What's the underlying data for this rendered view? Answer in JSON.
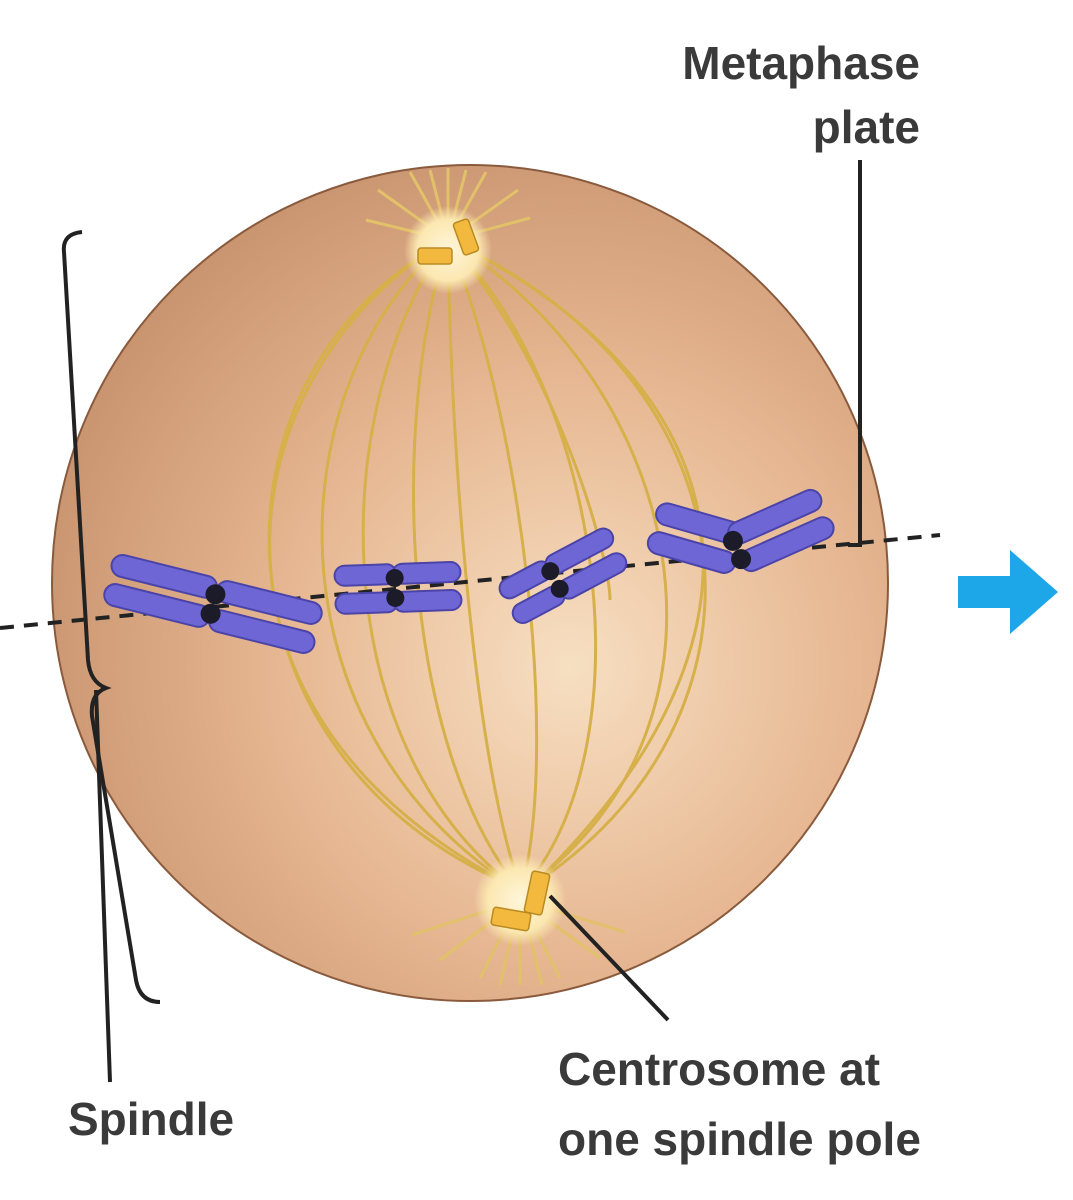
{
  "labels": {
    "metaphase_line1": "Metaphase",
    "metaphase_line2": "plate",
    "spindle": "Spindle",
    "centrosome_line1": "Centrosome at",
    "centrosome_line2": "one spindle pole"
  },
  "colors": {
    "cell_light": "#f5d8b8",
    "cell_mid": "#d9a37d",
    "cell_dark": "#b57e5a",
    "cell_outline": "#8a5a3d",
    "fiber": "#d6b04a",
    "centrosome_glow": "#fbe9b2",
    "centriole": "#f2b93e",
    "chromosome": "#6f66d6",
    "chromosome_shade": "#4b44a8",
    "centromere": "#1b1b2a",
    "leader_line": "#222222",
    "arrow": "#1ea7e8",
    "text": "#3a3a3a"
  },
  "icons": [
    "right-arrow-icon"
  ]
}
